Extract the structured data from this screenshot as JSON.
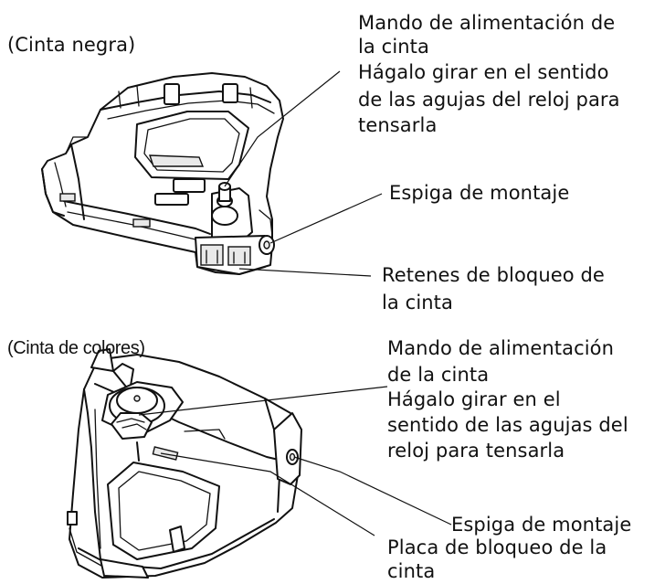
{
  "top_section": {
    "title": "(Cinta negra)",
    "callouts": {
      "feed_knob": [
        "Mando de alimentación de",
        "la cinta"
      ],
      "feed_knob_instruction": [
        "Hágalo girar en el sentido",
        "de las agujas del reloj para",
        "tensarla"
      ],
      "mounting_pin": "Espiga de montaje",
      "lock_tabs": [
        "Retenes de bloqueo de",
        "la cinta"
      ]
    }
  },
  "bottom_section": {
    "title": "(Cinta de colores)",
    "callouts": {
      "feed_knob": [
        "Mando de alimentación",
        "de la cinta"
      ],
      "feed_knob_instruction": [
        "Hágalo girar en el",
        "sentido de las agujas del",
        "reloj para tensarla"
      ],
      "mounting_pin": "Espiga de montaje",
      "lock_plate": [
        "Placa de bloqueo de la",
        "cinta"
      ]
    }
  }
}
